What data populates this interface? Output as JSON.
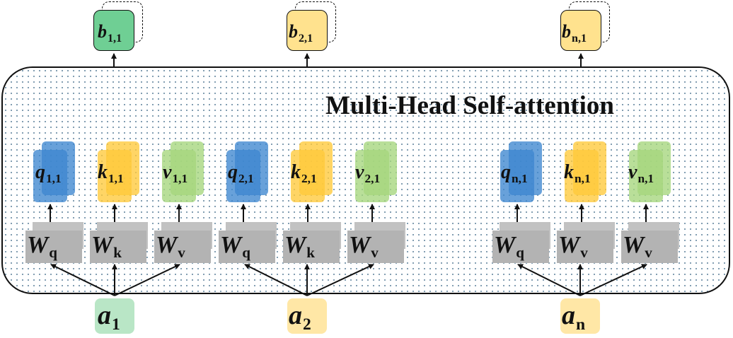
{
  "title": "Multi-Head Self-attention",
  "colors": {
    "query": "#3d86cf",
    "key": "#ffc93a",
    "value": "#a5d67c",
    "weight": "#b3b3b3",
    "output_first": "#6fcf94",
    "output_other": "#ffe28e",
    "input_first": "#b9e6c6",
    "input_other": "#ffe7a6"
  },
  "inputs": [
    {
      "base": "a",
      "sub": "1"
    },
    {
      "base": "a",
      "sub": "2"
    },
    {
      "base": "a",
      "sub": "n"
    }
  ],
  "outputs": [
    {
      "base": "b",
      "sub": "1,1"
    },
    {
      "base": "b",
      "sub": "2,1"
    },
    {
      "base": "b",
      "sub": "n,1"
    }
  ],
  "vectors": [
    {
      "base": "q",
      "sub": "1,1"
    },
    {
      "base": "k",
      "sub": "1,1"
    },
    {
      "base": "v",
      "sub": "1,1"
    },
    {
      "base": "q",
      "sub": "2,1"
    },
    {
      "base": "k",
      "sub": "2,1"
    },
    {
      "base": "v",
      "sub": "2,1"
    },
    {
      "base": "q",
      "sub": "n,1"
    },
    {
      "base": "k",
      "sub": "n,1"
    },
    {
      "base": "v",
      "sub": "n,1"
    }
  ],
  "weights": [
    {
      "base": "W",
      "sub": "q"
    },
    {
      "base": "W",
      "sub": "k"
    },
    {
      "base": "W",
      "sub": "v"
    },
    {
      "base": "W",
      "sub": "q"
    },
    {
      "base": "W",
      "sub": "k"
    },
    {
      "base": "W",
      "sub": "v"
    },
    {
      "base": "W",
      "sub": "q"
    },
    {
      "base": "W",
      "sub": "v"
    },
    {
      "base": "W",
      "sub": "v"
    }
  ]
}
